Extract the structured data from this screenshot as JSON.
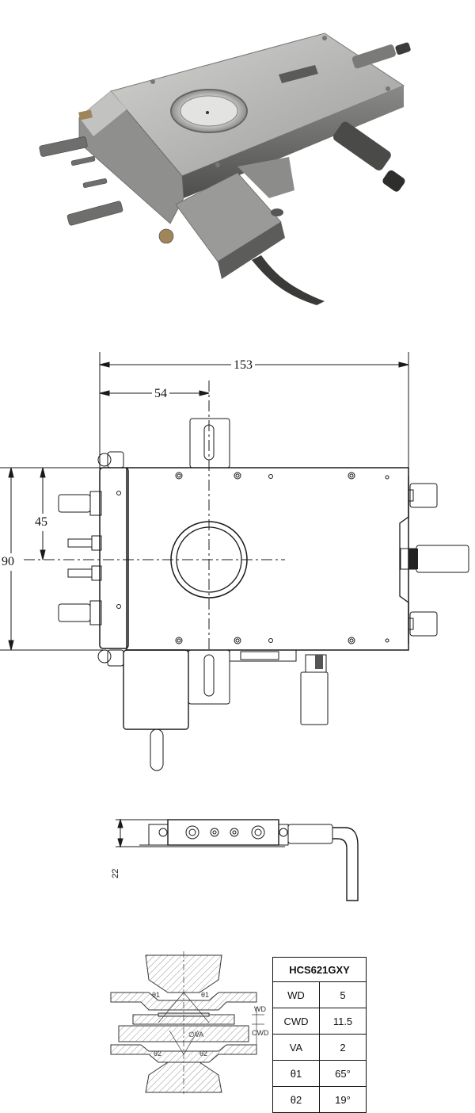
{
  "photo": {
    "icon": "heating-cooling-stage-photo"
  },
  "top_view": {
    "dim_overall_width": "153",
    "dim_center_offset": "54",
    "dim_overall_height": "90",
    "dim_center_height": "45"
  },
  "side_view": {
    "dim_height": "22"
  },
  "section_view": {
    "labels": {
      "theta1": "θ1",
      "theta2": "θ2",
      "wd": "WD",
      "cwd": "CWD",
      "va": "∅VA"
    }
  },
  "spec_table": {
    "title": "HCS621GXY",
    "rows": [
      {
        "param": "WD",
        "value": "5"
      },
      {
        "param": "CWD",
        "value": "11.5"
      },
      {
        "param": "VA",
        "value": "2"
      },
      {
        "param": "θ1",
        "value": "65°"
      },
      {
        "param": "θ2",
        "value": "19°"
      }
    ]
  },
  "colors": {
    "metal_light": "#b8b8b6",
    "metal_dark": "#6d6d6b",
    "line": "#1a1a1a"
  }
}
